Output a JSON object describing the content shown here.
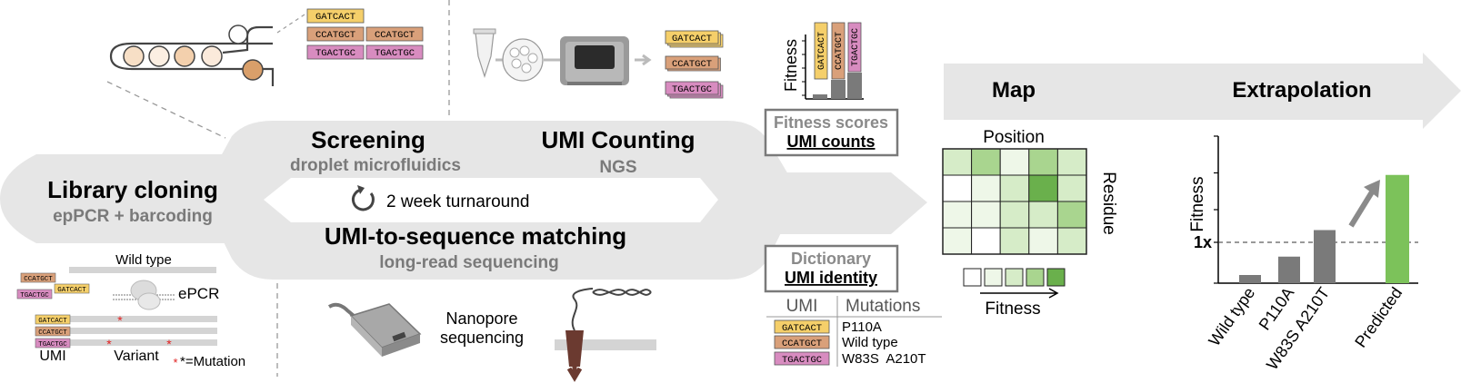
{
  "colors": {
    "yellow": "#f5cf6a",
    "orange": "#d9a07a",
    "pink": "#d88cc0",
    "gray_band": "#e6e6e6",
    "green_dark": "#6ab04c",
    "green_mid": "#a9d58f",
    "green_light": "#d6ecc8",
    "green_pale": "#eef7e8",
    "bar_gray": "#7a7a7a",
    "bar_green": "#7cc25a"
  },
  "umis": {
    "yellow": "GATCACT",
    "orange": "CCATGCT",
    "pink": "TGACTGC"
  },
  "stages": {
    "library_title": "Library cloning",
    "library_sub": "epPCR + barcoding",
    "screening_title": "Screening",
    "screening_sub": "droplet microfluidics",
    "counting_title": "UMI Counting",
    "counting_sub": "NGS",
    "turnaround": "2 week turnaround",
    "matching_title": "UMI-to-sequence matching",
    "matching_sub": "long-read sequencing",
    "map_title": "Map",
    "extrap_title": "Extrapolation"
  },
  "library_panel": {
    "wild_type": "Wild type",
    "epcr": "ePCR",
    "umi": "UMI",
    "variant": "Variant",
    "mutation_legend": "*=Mutation"
  },
  "fitness_box": {
    "fitness_axis": "Fitness",
    "line1": "Fitness scores",
    "line2": "UMI counts"
  },
  "dictionary_box": {
    "line1": "Dictionary",
    "line2": "UMI identity",
    "col_umi": "UMI",
    "col_mut": "Mutations",
    "rows": [
      {
        "umi": "GATCACT",
        "mutation": "P110A"
      },
      {
        "umi": "CCATGCT",
        "mutation": "Wild type"
      },
      {
        "umi": "TGACTGC",
        "mutation": "W83S  A210T"
      }
    ]
  },
  "nanopore": {
    "line1": "Nanopore",
    "line2": "sequencing"
  },
  "heatmap": {
    "x_label": "Position",
    "y_label": "Residue",
    "legend_label": "Fitness",
    "levels": [
      [
        1,
        2,
        0,
        2,
        1
      ],
      [
        0,
        0,
        1,
        3,
        1
      ],
      [
        0,
        0,
        1,
        1,
        2
      ],
      [
        0,
        0,
        1,
        0,
        1
      ]
    ]
  },
  "chart_data": {
    "type": "bar",
    "ylabel": "Fitness",
    "reference_tick": "1x",
    "categories": [
      "Wild type",
      "P110A",
      "W83S A210T",
      "Predicted"
    ],
    "values": [
      0.2,
      0.65,
      1.3,
      2.65
    ],
    "reference_line": 1.0,
    "ylim": [
      0,
      3.6
    ]
  }
}
